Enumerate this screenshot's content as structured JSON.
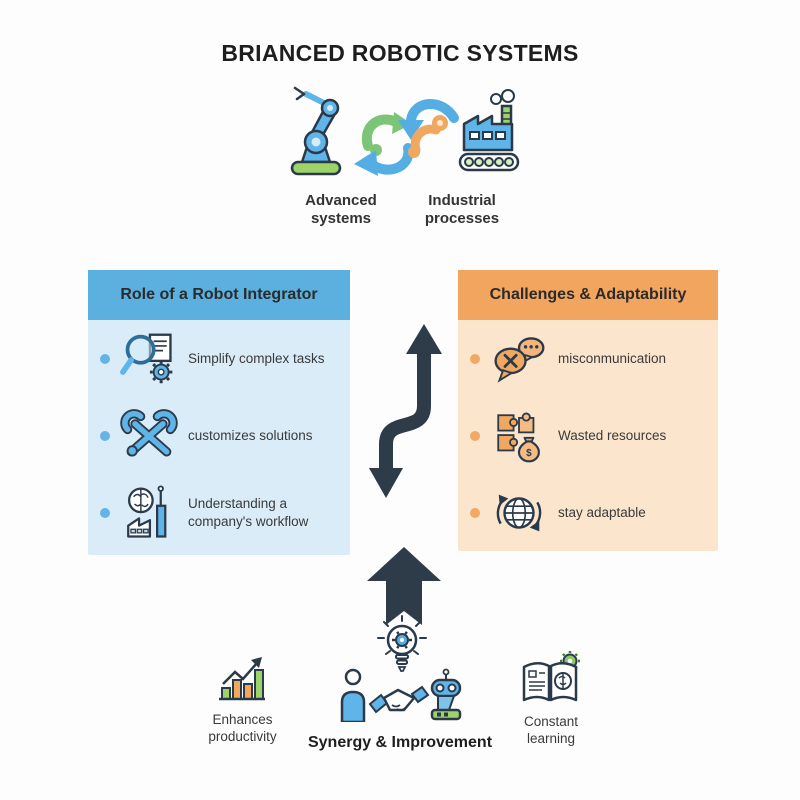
{
  "title": "BRIANCED ROBOTIC SYSTEMS",
  "colors": {
    "blue_header": "#5bb0e0",
    "blue_body": "#d9ecf8",
    "orange_header": "#f2a55f",
    "orange_body": "#fbe5cd",
    "dark_arrow": "#2e3b48",
    "icon_blue": "#5fb4e8",
    "icon_green": "#8bc86a",
    "icon_orange": "#f0a860"
  },
  "top_flow": {
    "left_icon": "robot-arm-icon",
    "center_icon": "cycle-arrows-icon",
    "right_icon": "factory-icon",
    "left_label": "Advanced systems",
    "right_label": "Industrial processes"
  },
  "left_panel": {
    "title": "Role of a Robot Integrator",
    "items": [
      {
        "icon": "magnifier-gear-icon",
        "text": "Simplify complex tasks"
      },
      {
        "icon": "crossed-wrenches-icon",
        "text": "customizes solutions"
      },
      {
        "icon": "brain-factory-icon",
        "text": "Understanding a company's workflow"
      }
    ]
  },
  "right_panel": {
    "title": "Challenges & Adaptability",
    "items": [
      {
        "icon": "speech-bubbles-icon",
        "text": "misconmunication"
      },
      {
        "icon": "puzzle-money-icon",
        "text": "Wasted resources"
      },
      {
        "icon": "globe-arrows-icon",
        "text": "stay adaptable"
      }
    ]
  },
  "bottom": {
    "left_label": "Enhances productivity",
    "center_label": "Synergy & Improvement",
    "right_label": "Constant learning"
  }
}
